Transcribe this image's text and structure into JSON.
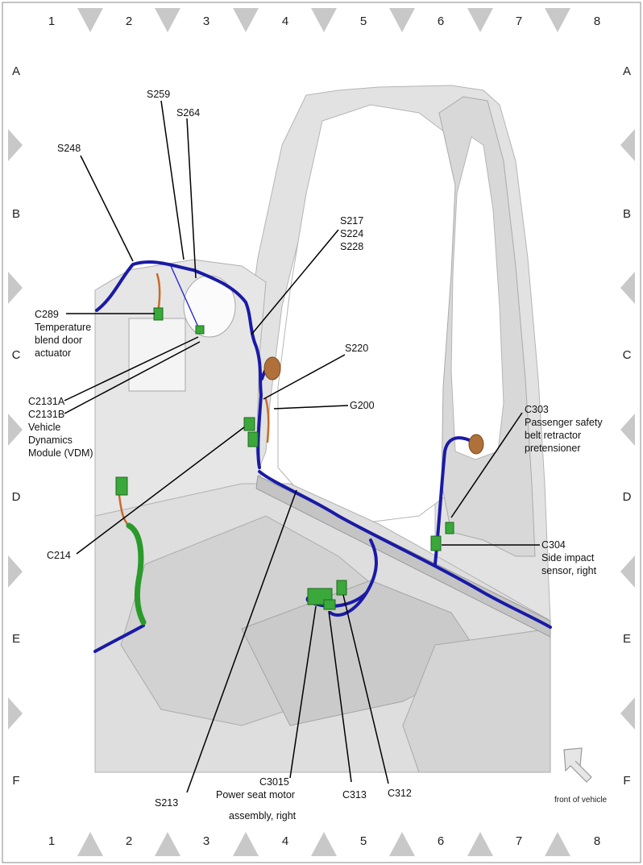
{
  "grid": {
    "columns": [
      "1",
      "2",
      "3",
      "4",
      "5",
      "6",
      "7",
      "8"
    ],
    "rows": [
      "A",
      "B",
      "C",
      "D",
      "E",
      "F"
    ]
  },
  "labels": {
    "s259": "S259",
    "s264": "S264",
    "s248": "S248",
    "s217": [
      "S217",
      "S224",
      "S228"
    ],
    "c289": [
      "C289",
      "Temperature",
      "blend door",
      "actuator"
    ],
    "s220": "S220",
    "g200": "G200",
    "c2131": [
      "C2131A",
      "C2131B",
      "Vehicle",
      "Dynamics",
      "Module (VDM)"
    ],
    "c303": [
      "C303",
      "Passenger safety",
      "belt retractor",
      "pretensioner"
    ],
    "c214": "C214",
    "c304": [
      "C304",
      "Side impact",
      "sensor, right"
    ],
    "s213": "S213",
    "c3015": [
      "C3015",
      "Power seat motor",
      "assembly, right"
    ],
    "c313": "C313",
    "c312": "C312",
    "front_of_vehicle": "front of vehicle"
  },
  "colors": {
    "wire_harness": "#1a1aa6",
    "connector": "#3aa83a",
    "ground_eyelet": "#b0703a",
    "body_panel": "#dcdcdc"
  }
}
